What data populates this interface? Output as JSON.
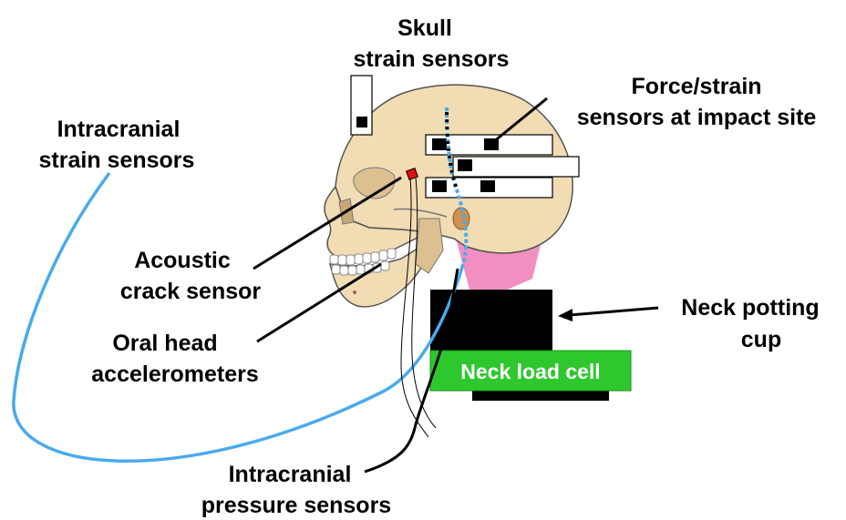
{
  "labels": {
    "skull_strain_l1": "Skull",
    "skull_strain_l2": "strain sensors",
    "force_strain_l1": "Force/strain",
    "force_strain_l2": "sensors at impact site",
    "intracranial_strain_l1": "Intracranial",
    "intracranial_strain_l2": "strain sensors",
    "acoustic_l1": "Acoustic",
    "acoustic_l2": "crack sensor",
    "oral_l1": "Oral head",
    "oral_l2": "accelerometers",
    "neck_potting_l1": "Neck potting",
    "neck_potting_l2": "cup",
    "neck_load_cell": "Neck load cell",
    "pressure_l1": "Intracranial",
    "pressure_l2": "pressure sensors"
  },
  "colors": {
    "skull_fill": "#f1dcb4",
    "skull_shadow": "#dcc090",
    "neck": "#f190c0",
    "potting_cup": "#000000",
    "load_cell": "#2ec82e",
    "intracranial_cable": "#4aaaee",
    "acoustic_sensor": "#dd1111"
  }
}
